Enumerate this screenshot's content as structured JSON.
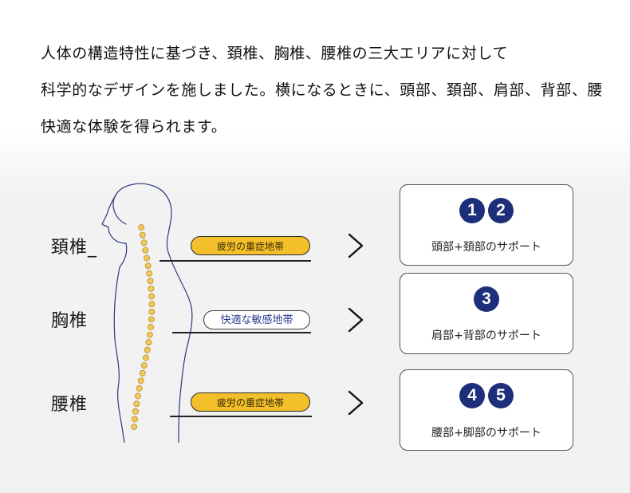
{
  "intro": {
    "line1": "人体の構造特性に基づき、頚椎、胸椎、腰椎の三大エリアに対して",
    "line2": "科学的なデザインを施しました。横になるときに、頭部、頚部、肩部、背部、腰",
    "line3": "快適な体験を得られます。"
  },
  "regions": [
    {
      "label": "頚椎_",
      "zone": "疲労の重症地帯",
      "zone_style": "warm",
      "card_numbers": [
        "1",
        "2"
      ],
      "card_label": "頭部+頚部のサポート"
    },
    {
      "label": "胸椎",
      "zone": "快適な敏感地帯",
      "zone_style": "cool",
      "card_numbers": [
        "3"
      ],
      "card_label": "肩部+背部のサポート"
    },
    {
      "label": "腰椎",
      "zone": "疲労の重症地帯",
      "zone_style": "warm",
      "card_numbers": [
        "4",
        "5"
      ],
      "card_label": "腰部+脚部のサポート"
    }
  ],
  "colors": {
    "warm_zone": "#f3bf2a",
    "badge": "#1d2f7a",
    "spine_dot": "#f1c85a",
    "outline": "#2b3a7a"
  },
  "icons": {
    "figure": "human-profile-figure-icon",
    "arrow": "chevron-right-icon"
  }
}
